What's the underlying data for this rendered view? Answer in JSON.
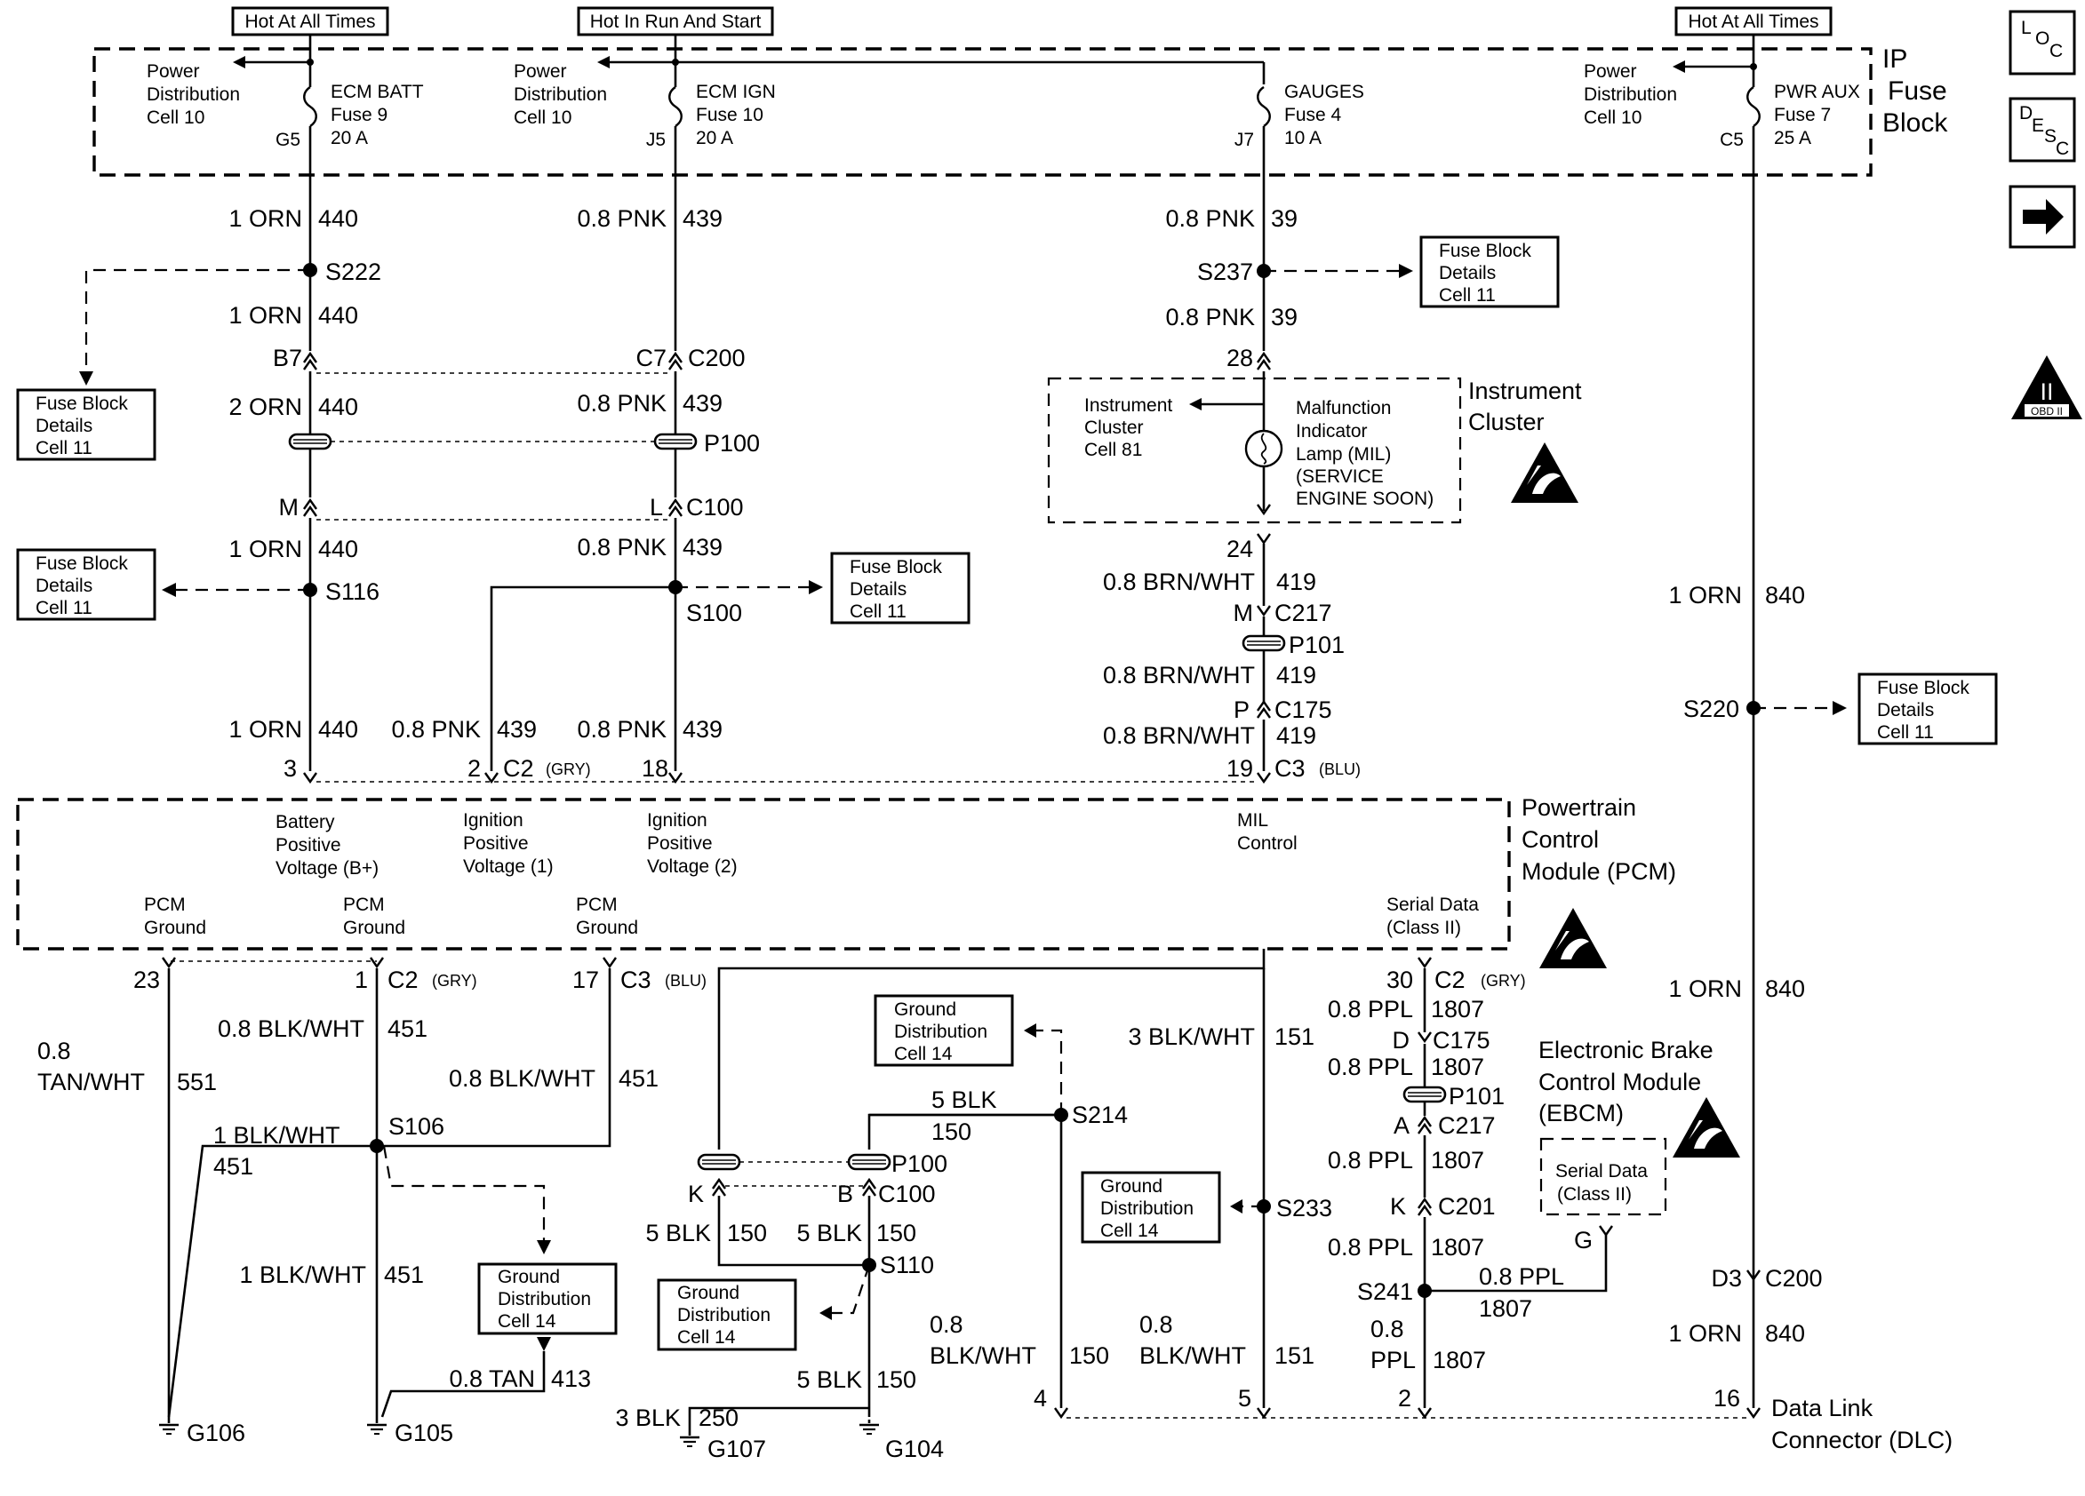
{
  "header": {
    "hot_all_times": "Hot At All Times",
    "hot_run_start": "Hot In Run And Start"
  },
  "ip_fuse_block": {
    "title": [
      "IP",
      "Fuse",
      "Block"
    ]
  },
  "power_dist": [
    "Power",
    "Distribution",
    "Cell 10"
  ],
  "fuses": [
    {
      "name": "ECM BATT",
      "fuse": "Fuse 9",
      "amps": "20 A",
      "term": "G5"
    },
    {
      "name": "ECM IGN",
      "fuse": "Fuse 10",
      "amps": "20 A",
      "term": "J5"
    },
    {
      "name": "GAUGES",
      "fuse": "Fuse 4",
      "amps": "10 A",
      "term": "J7"
    },
    {
      "name": "PWR AUX",
      "fuse": "Fuse 7",
      "amps": "25 A",
      "term": "C5"
    }
  ],
  "fuse_block_details": [
    "Fuse Block",
    "Details",
    "Cell 11"
  ],
  "ground_distribution": [
    "Ground",
    "Distribution",
    "Cell 14"
  ],
  "instrument_cluster": {
    "title": [
      "Instrument",
      "Cluster"
    ],
    "ref": [
      "Instrument",
      "Cluster",
      "Cell 81"
    ],
    "lamp": [
      "Malfunction",
      "Indicator",
      "Lamp (MIL)",
      "(SERVICE",
      "ENGINE SOON)"
    ]
  },
  "pcm": {
    "title": [
      "Powertrain",
      "Control",
      "Module (PCM)"
    ],
    "battery": [
      "Battery",
      "Positive",
      "Voltage (B+)"
    ],
    "ign1": [
      "Ignition",
      "Positive",
      "Voltage (1)"
    ],
    "ign2": [
      "Ignition",
      "Positive",
      "Voltage (2)"
    ],
    "mil": [
      "MIL",
      "Control"
    ],
    "ground": [
      "PCM",
      "Ground"
    ],
    "serial": [
      "Serial Data",
      "(Class II)"
    ]
  },
  "ebcm": {
    "title": [
      "Electronic Brake",
      "Control Module",
      "(EBCM)"
    ],
    "serial": [
      "Serial Data",
      "(Class II)"
    ],
    "pin": "G"
  },
  "dlc": {
    "title": [
      "Data Link",
      "Connector (DLC)"
    ]
  },
  "side_icons": {
    "loc": "LOC",
    "desc": "DESC",
    "obd": "OBD II",
    "obd_mark": "II"
  },
  "colors": {
    "wire": "#000000",
    "background": "#ffffff"
  },
  "labels": {
    "orn1": "1 ORN",
    "orn2": "2 ORN",
    "pnk": "0.8 PNK",
    "brnwht": "0.8 BRN/WHT",
    "blkwht08": "0.8 BLK/WHT",
    "blkwht1": "1 BLK/WHT",
    "blk5": "5 BLK",
    "blk3": "3 BLK",
    "blkwht3": "3 BLK/WHT",
    "ppl": "0.8 PPL",
    "tan": "0.8 TAN",
    "tanwht_a": "0.8",
    "tanwht_b": "TAN/WHT",
    "blkwht_a": "0.8",
    "blkwht_b": "BLK/WHT",
    "ppl_a": "0.8",
    "ppl_b": "PPL",
    "c440": "440",
    "c439": "439",
    "c39": "39",
    "c419": "419",
    "c840": "840",
    "c551": "551",
    "c451": "451",
    "c150": "150",
    "c250": "250",
    "c413": "413",
    "c151": "151",
    "c1807": "1807",
    "s222": "S222",
    "s237": "S237",
    "s116": "S116",
    "s100": "S100",
    "s220": "S220",
    "s106": "S106",
    "s214": "S214",
    "s110": "S110",
    "s233": "S233",
    "s241": "S241",
    "b7": "B7",
    "c7": "C7",
    "c200": "C200",
    "p100": "P100",
    "m": "M",
    "l": "L",
    "c100": "C100",
    "p101": "P101",
    "c217": "C217",
    "p": "P",
    "c175": "C175",
    "d": "D",
    "a": "A",
    "k": "K",
    "b": "B",
    "c201": "C201",
    "d3": "D3",
    "pin28": "28",
    "pin24": "24",
    "pin3": "3",
    "pin2": "2",
    "pin18": "18",
    "pin19": "19",
    "pin23": "23",
    "pin1": "1",
    "pin17": "17",
    "pin30": "30",
    "pin4": "4",
    "pin5": "5",
    "pin16": "16",
    "c2": "C2",
    "c3": "C3",
    "gry": "(GRY)",
    "blu": "(BLU)",
    "g106": "G106",
    "g105": "G105",
    "g107": "G107",
    "g104": "G104"
  }
}
